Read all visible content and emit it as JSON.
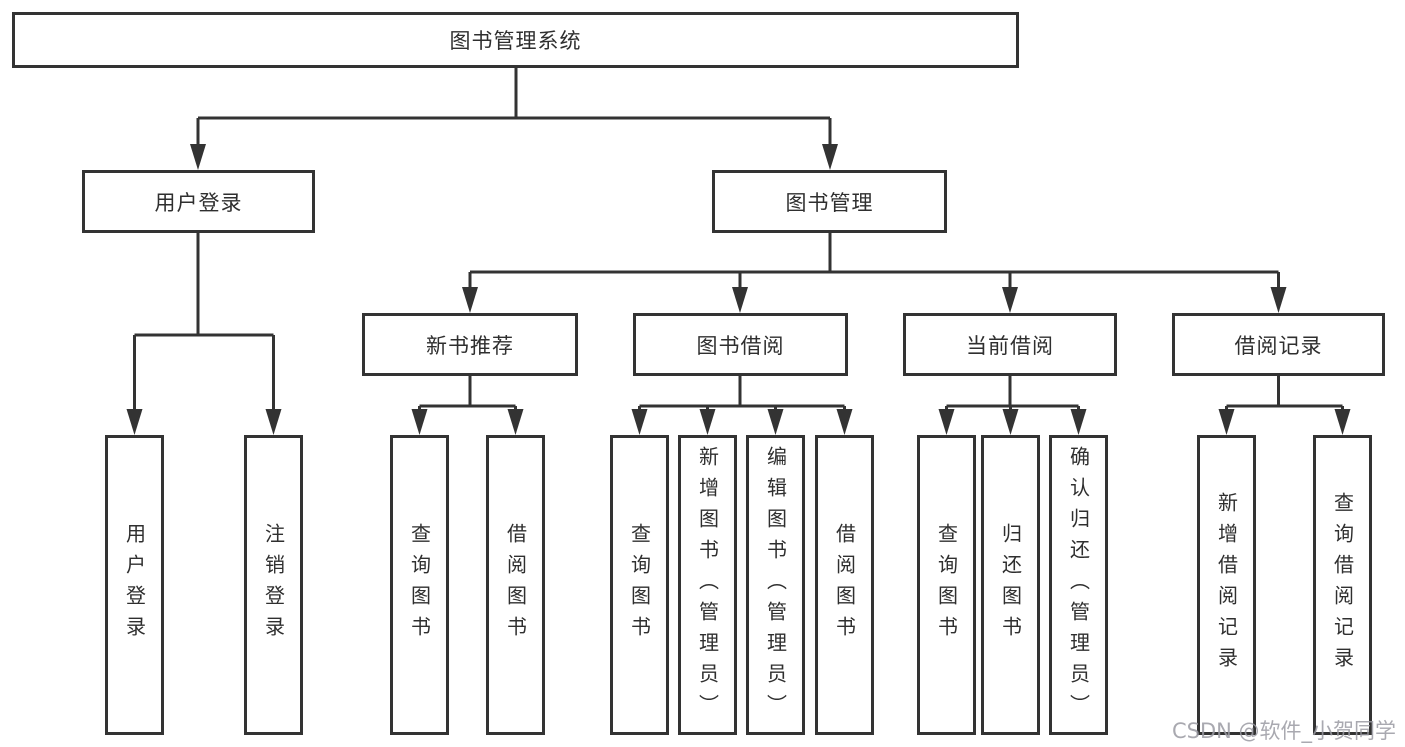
{
  "colors": {
    "line": "#333333",
    "node_border": "#333333",
    "node_background": "#ffffff",
    "text": "#2f2f2f",
    "watermark": "#9b9ba3"
  },
  "tree": {
    "root": {
      "label": "图书管理系统"
    },
    "children": [
      {
        "label": "用户登录",
        "children": [
          {
            "label": "用户登录"
          },
          {
            "label": "注销登录"
          }
        ]
      },
      {
        "label": "图书管理",
        "children": [
          {
            "label": "新书推荐",
            "children": [
              {
                "label": "查询图书"
              },
              {
                "label": "借阅图书"
              }
            ]
          },
          {
            "label": "图书借阅",
            "children": [
              {
                "label": "查询图书"
              },
              {
                "label": "新增图书（管理员）"
              },
              {
                "label": "编辑图书（管理员）"
              },
              {
                "label": "借阅图书"
              }
            ]
          },
          {
            "label": "当前借阅",
            "children": [
              {
                "label": "查询图书"
              },
              {
                "label": "归还图书"
              },
              {
                "label": "确认归还（管理员）"
              }
            ]
          },
          {
            "label": "借阅记录",
            "children": [
              {
                "label": "新增借阅记录"
              },
              {
                "label": "查询借阅记录"
              }
            ]
          }
        ]
      }
    ]
  },
  "watermark": {
    "text": "CSDN @软件_小贺同学"
  }
}
